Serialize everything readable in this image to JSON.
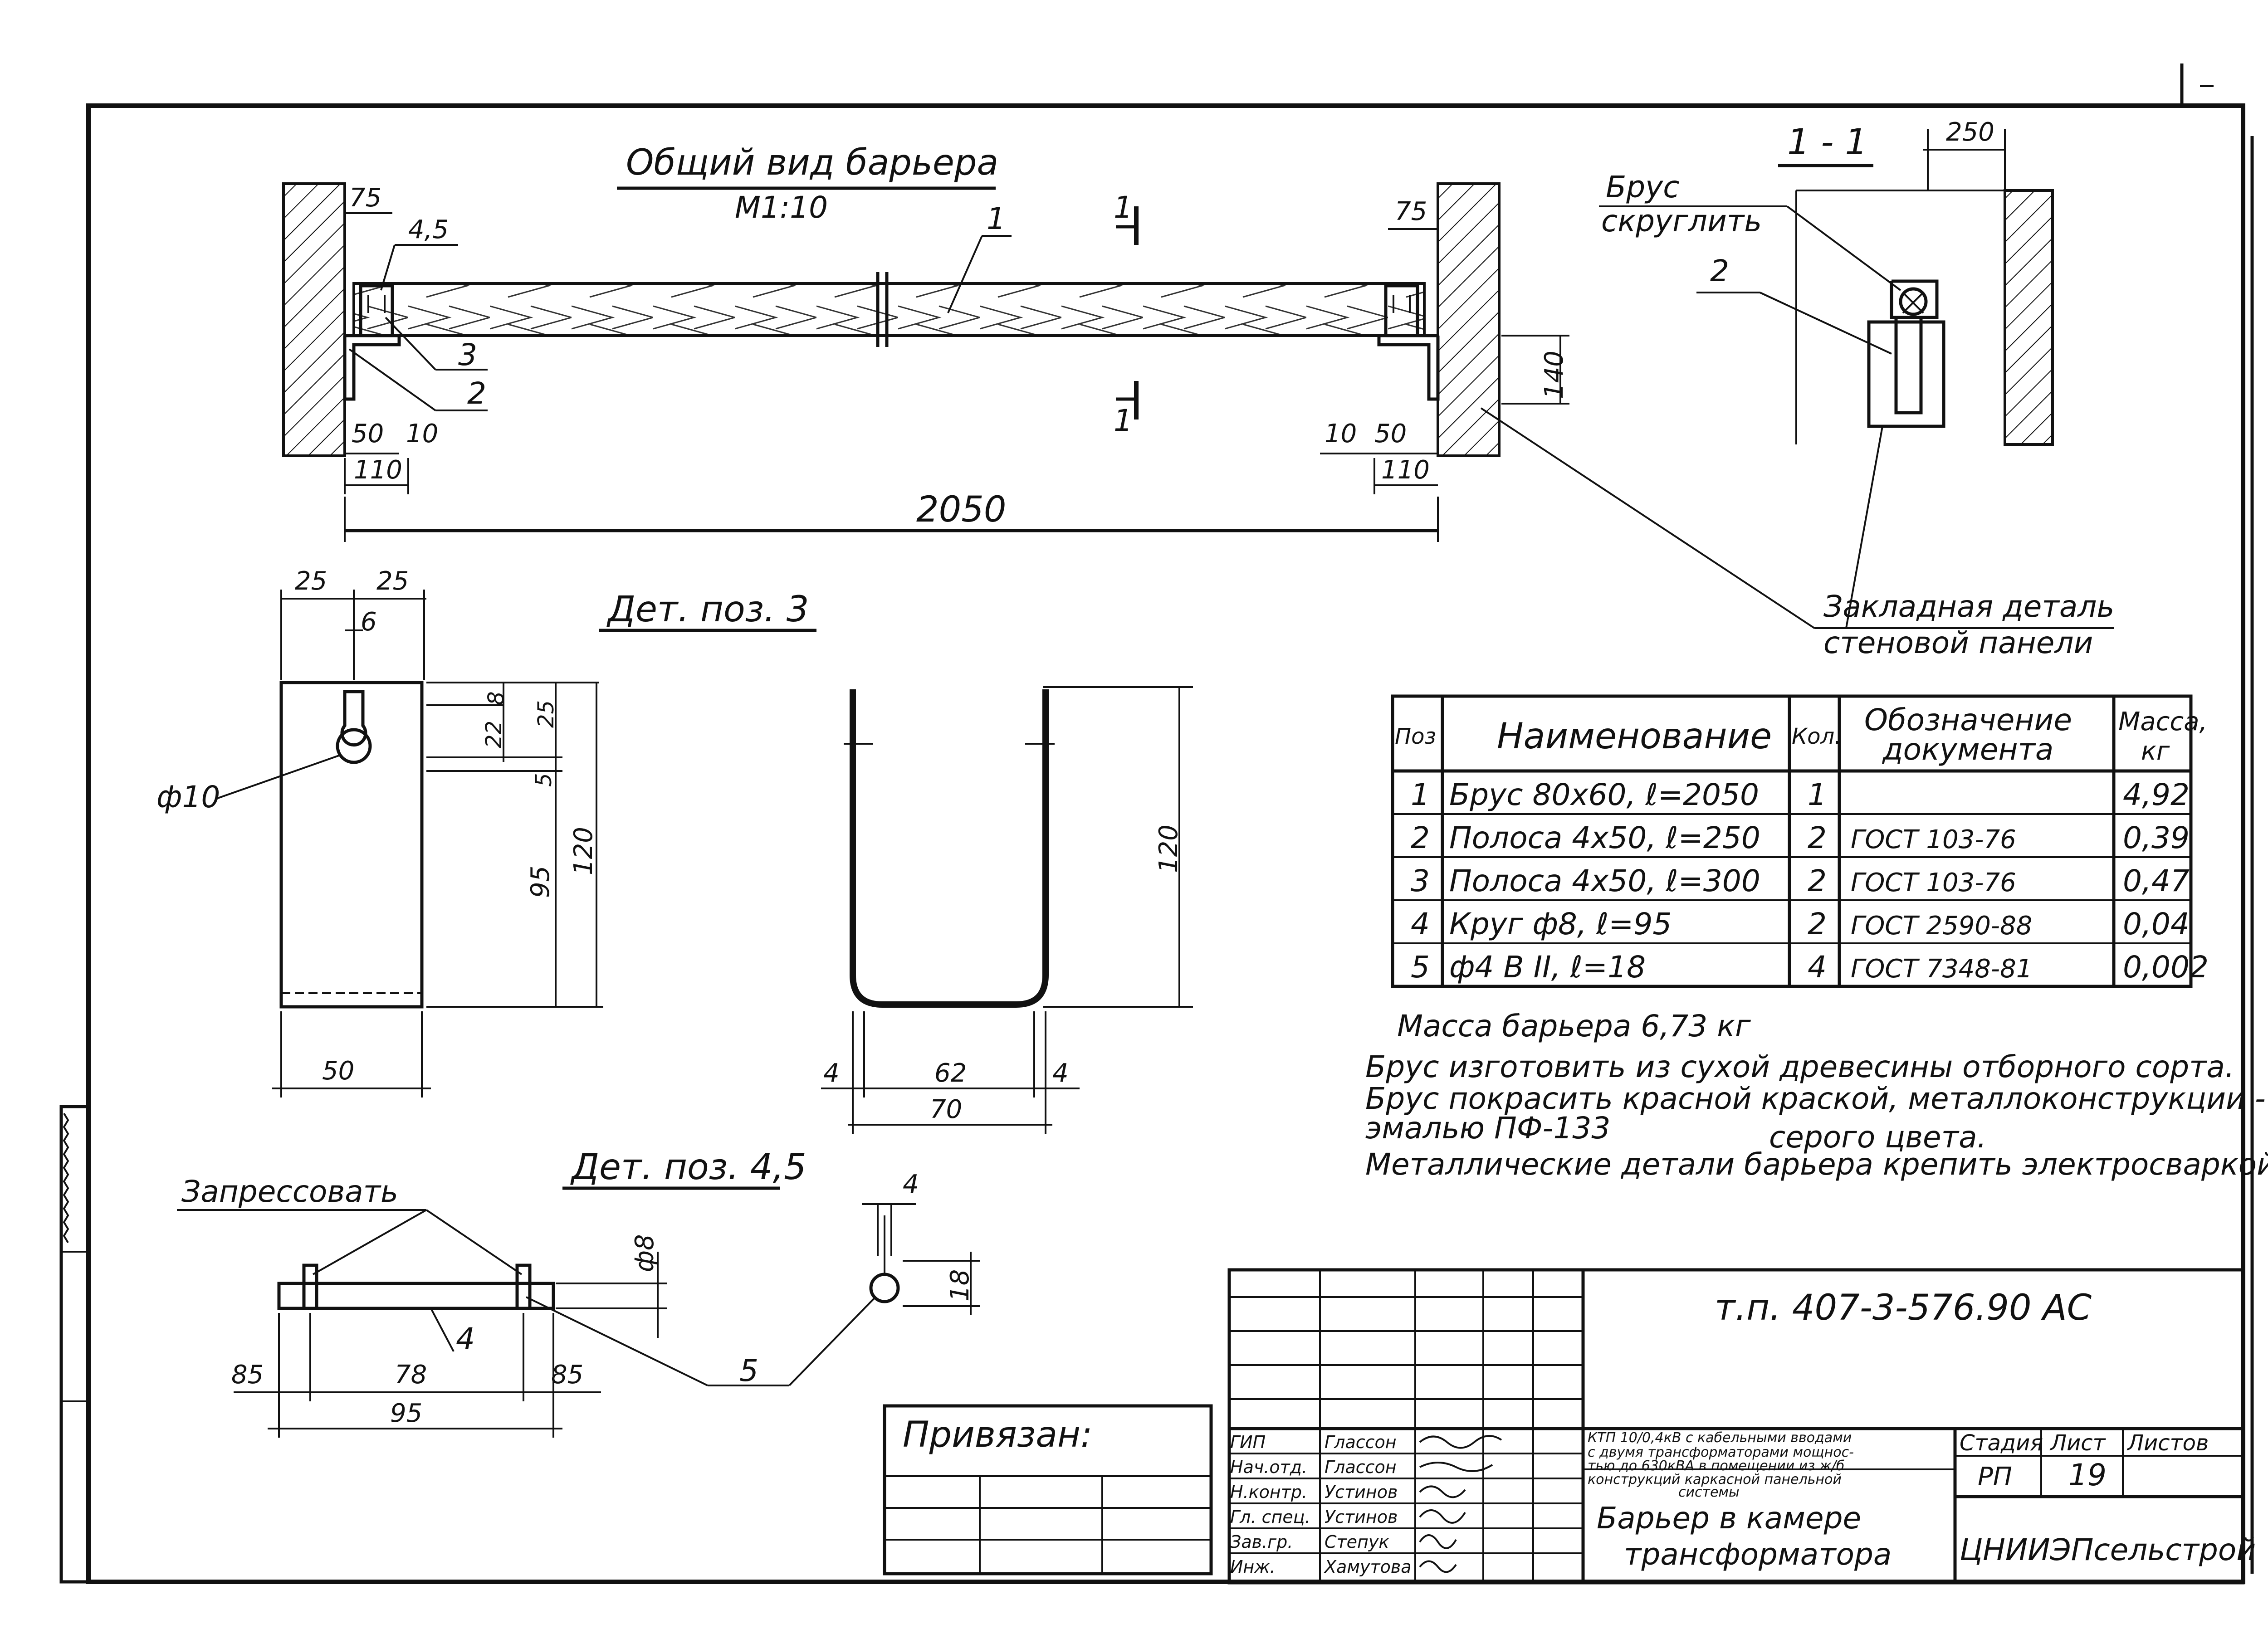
{
  "general_view": {
    "title": "Общий вид барьера",
    "scale": "М1:10",
    "section_mark": "1",
    "dims": {
      "d75_left": "75",
      "d45": "4,5",
      "d50_left": "50",
      "d10_left": "10",
      "d110_left": "110",
      "d2050": "2050",
      "d75_right": "75",
      "d140": "140",
      "d10_right": "10",
      "d50_right": "50",
      "d110_right": "110"
    },
    "positions": {
      "p1": "1",
      "p2": "2",
      "p3": "3"
    }
  },
  "section_view": {
    "title": "1 - 1",
    "dim_250": "250",
    "note_brus_1": "Брус",
    "note_brus_2": "скруглить",
    "pos_2": "2",
    "embedded_1": "Закладная деталь",
    "embedded_2": "стеновой панели"
  },
  "detail3": {
    "title": "Дет. поз. 3",
    "dims": {
      "d25a": "25",
      "d25b": "25",
      "d6": "6",
      "d8": "8",
      "d22": "22",
      "d25c": "25",
      "d5": "5",
      "d95": "95",
      "d120a": "120",
      "d50": "50",
      "phi10": "ф10",
      "d120b": "120",
      "d4a": "4",
      "d62": "62",
      "d4b": "4",
      "d70": "70"
    }
  },
  "detail45": {
    "title": "Дет. поз. 4,5",
    "label_press": "Запрессовать",
    "dims": {
      "phi8": "ф8",
      "d85a": "85",
      "d78": "78",
      "d85b": "85",
      "d95": "95",
      "d4": "4",
      "d18": "18"
    },
    "pos_4": "4",
    "pos_5": "5"
  },
  "spec_table": {
    "headers": {
      "pos": "Поз",
      "name": "Наименование",
      "qty": "Кол.",
      "doc_1": "Обозначение",
      "doc_2": "документа",
      "mass_1": "Масса,",
      "mass_2": "кг"
    },
    "rows": [
      {
        "pos": "1",
        "name": "Брус 80х60,  ℓ=2050",
        "qty": "1",
        "doc": "",
        "mass": "4,92"
      },
      {
        "pos": "2",
        "name": "Полоса 4х50,  ℓ=250",
        "qty": "2",
        "doc": "ГОСТ 103-76",
        "mass": "0,39"
      },
      {
        "pos": "3",
        "name": "Полоса 4х50,  ℓ=300",
        "qty": "2",
        "doc": "ГОСТ 103-76",
        "mass": "0,47"
      },
      {
        "pos": "4",
        "name": "Круг ф8,   ℓ=95",
        "qty": "2",
        "doc": "ГОСТ 2590-88",
        "mass": "0,04"
      },
      {
        "pos": "5",
        "name": "ф4 В ІІ,   ℓ=18",
        "qty": "4",
        "doc": "ГОСТ 7348-81",
        "mass": "0,002"
      }
    ]
  },
  "notes": {
    "mass": "Масса барьера 6,73 кг",
    "line1": "Брус изготовить из сухой древесины отборного сорта.",
    "line2": "Брус покрасить красной краской, металлоконструкции -",
    "line3a": "эмалью ПФ-133",
    "line3b": "серого цвета.",
    "line4": "Металлические детали барьера крепить электросваркой."
  },
  "title_block": {
    "doc_code": "т.п. 407-3-576.90 АС",
    "tied_label": "Привязан:",
    "roles": [
      {
        "role": "ГИП",
        "name": "Глассон"
      },
      {
        "role": "Нач.отд.",
        "name": "Глассон"
      },
      {
        "role": "Н.контр.",
        "name": "Устинов"
      },
      {
        "role": "Гл. спец.",
        "name": "Устинов"
      },
      {
        "role": "Зав.гр.",
        "name": "Степук"
      },
      {
        "role": "Инж.",
        "name": "Хамутова"
      }
    ],
    "project_desc_1": "КТП 10/0,4кВ с кабельными вводами",
    "project_desc_2": "с двумя трансформаторами мощнос-",
    "project_desc_3": "тью до 630кВА в помещении из ж/б",
    "project_desc_4": "конструкций каркасной панельной",
    "project_desc_5": "системы",
    "drawing_name_1": "Барьер в камере",
    "drawing_name_2": "трансформатора",
    "stage_label": "Стадия",
    "sheet_label": "Лист",
    "sheets_label": "Листов",
    "stage": "РП",
    "sheet": "19",
    "organization": "ЦНИИЭПсельстрой"
  }
}
